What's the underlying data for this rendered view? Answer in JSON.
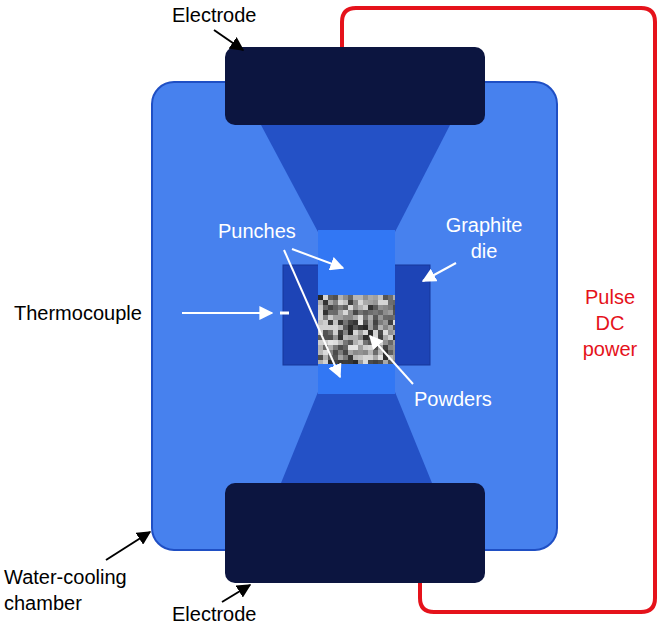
{
  "diagram": {
    "labels": [
      "Electrode",
      "Punches",
      "Graphite die",
      "Thermocouple",
      "Powders",
      "Pulse DC power",
      "Water-cooling chamber",
      "Electrode"
    ]
  }
}
